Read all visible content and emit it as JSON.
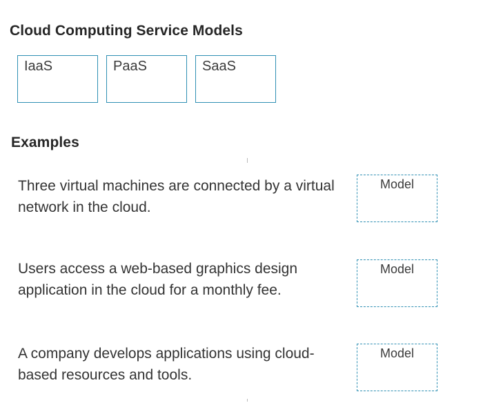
{
  "header": {
    "models_title": "Cloud Computing Service Models",
    "examples_title": "Examples"
  },
  "models": [
    {
      "label": "IaaS"
    },
    {
      "label": "PaaS"
    },
    {
      "label": "SaaS"
    }
  ],
  "examples": [
    {
      "text": "Three virtual machines are connected by a virtual network in the cloud.",
      "target_label": "Model"
    },
    {
      "text": "Users access a web-based graphics design application in the cloud for a monthly fee.",
      "target_label": "Model"
    },
    {
      "text": "A company develops applications using cloud-based resources and tools.",
      "target_label": "Model"
    }
  ],
  "colors": {
    "tile_border": "#2e8fb3",
    "text": "#333333"
  }
}
